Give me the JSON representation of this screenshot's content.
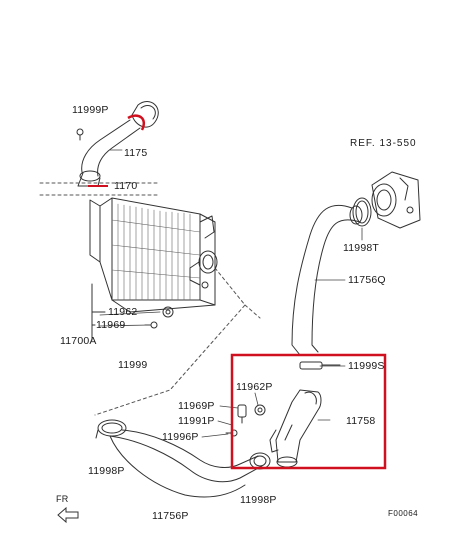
{
  "diagram": {
    "reference": "REF. 13-550",
    "figure_code": "F00064",
    "direction_label": "FR",
    "highlight_color": "#d0101e",
    "parts": {
      "p11999P": "11999P",
      "p1175x": "1175",
      "p1170x": "1170",
      "p11998T": "11998T",
      "p11756Q": "11756Q",
      "p11962": "11962",
      "p11969": "11969",
      "p11700A": "11700A",
      "p11999": "11999",
      "p11999S": "11999S",
      "p11962P": "11962P",
      "p11969P": "11969P",
      "p11991P": "11991P",
      "p11996P": "11996P",
      "p11758": "11758",
      "p11998P_left": "11998P",
      "p11998P_right": "11998P",
      "p11756P": "11756P"
    }
  }
}
